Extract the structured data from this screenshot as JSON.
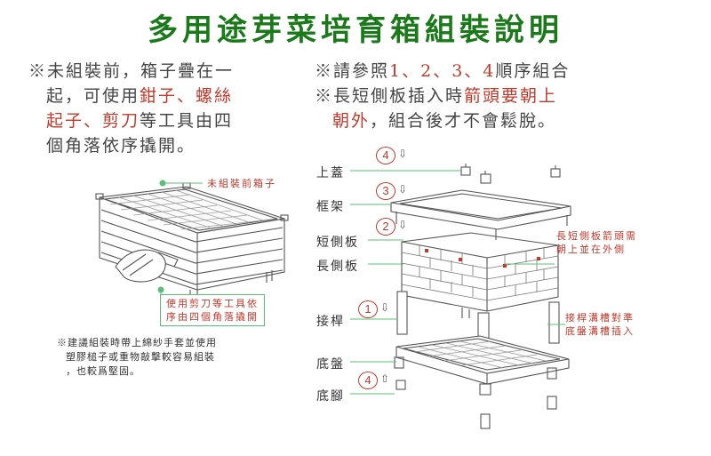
{
  "title": "多用途芽菜培育箱組裝說明",
  "left_note": {
    "mark": "※",
    "l1": "未組裝前，箱子疊在一",
    "l2a": "起，可使用",
    "l2b": "鉗子、螺絲",
    "l3a": "起子、剪刀",
    "l3b": "等工具由四",
    "l4": "個角落依序撬開。"
  },
  "right_note": {
    "mark": "※",
    "r1a": "請參照",
    "r1b": "1、2、3、4",
    "r1c": "順序組合",
    "r2a": "長短側板插入時",
    "r2b": "箭頭要朝上",
    "r3a": "朝外",
    "r3b": "，組合後才不會鬆脫。"
  },
  "labels": {
    "stacked": "未組裝前箱子",
    "pry1": "使用剪刀等工具依",
    "pry2": "序由四個角落撬開",
    "tip_mark": "※",
    "tip1": "建議組裝時帶上綿紗手套並使用",
    "tip2": "塑膠槌子或重物敲擊較容易組裝",
    "tip3": "，也較爲堅固。",
    "lid": "上蓋",
    "frame": "框架",
    "short": "短側板",
    "long": "長側板",
    "rod": "接桿",
    "tray": "底盤",
    "foot": "底腳",
    "arrow_note1": "長短側板箭頭需",
    "arrow_note2": "朝上並在外側",
    "rod_note1": "接桿溝槽對準",
    "rod_note2": "底盤溝槽插入"
  },
  "steps": {
    "s4a": "4",
    "s3": "3",
    "s2": "2",
    "s1": "1",
    "s4b": "4"
  },
  "colors": {
    "title": "#1a7a1a",
    "accent": "#c0392b",
    "guide": "#5bbf7a"
  }
}
